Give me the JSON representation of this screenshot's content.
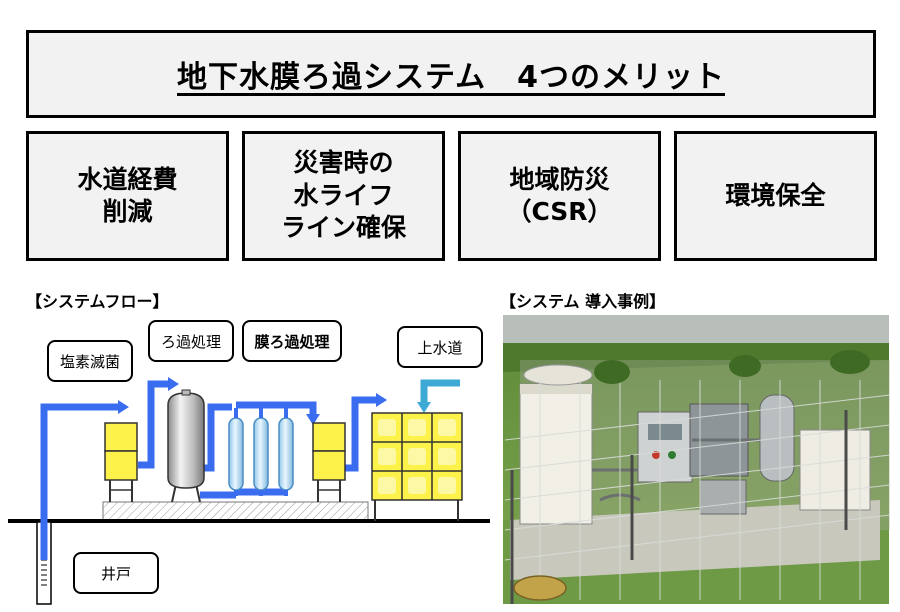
{
  "title": "地下水膜ろ過システム　4つのメリット",
  "merits": [
    {
      "text": "水道経費\n削減"
    },
    {
      "text": "災害時の\n水ライフ\nライン確保"
    },
    {
      "text": "地域防災\n（CSR）"
    },
    {
      "text": "環境保全"
    }
  ],
  "flow": {
    "section_title": "【システムフロー】",
    "labels": {
      "chlorine": "塩素滅菌",
      "filtration": "ろ過処理",
      "membrane": "膜ろ過処理",
      "city_water": "上水道",
      "well": "井戸"
    },
    "colors": {
      "pipe": "#3a6cf0",
      "city_pipe": "#3fa9d6",
      "tank": "#fcf24a",
      "membrane": "#bfe3f7"
    }
  },
  "example": {
    "section_title": "【システム 導入事例】"
  }
}
